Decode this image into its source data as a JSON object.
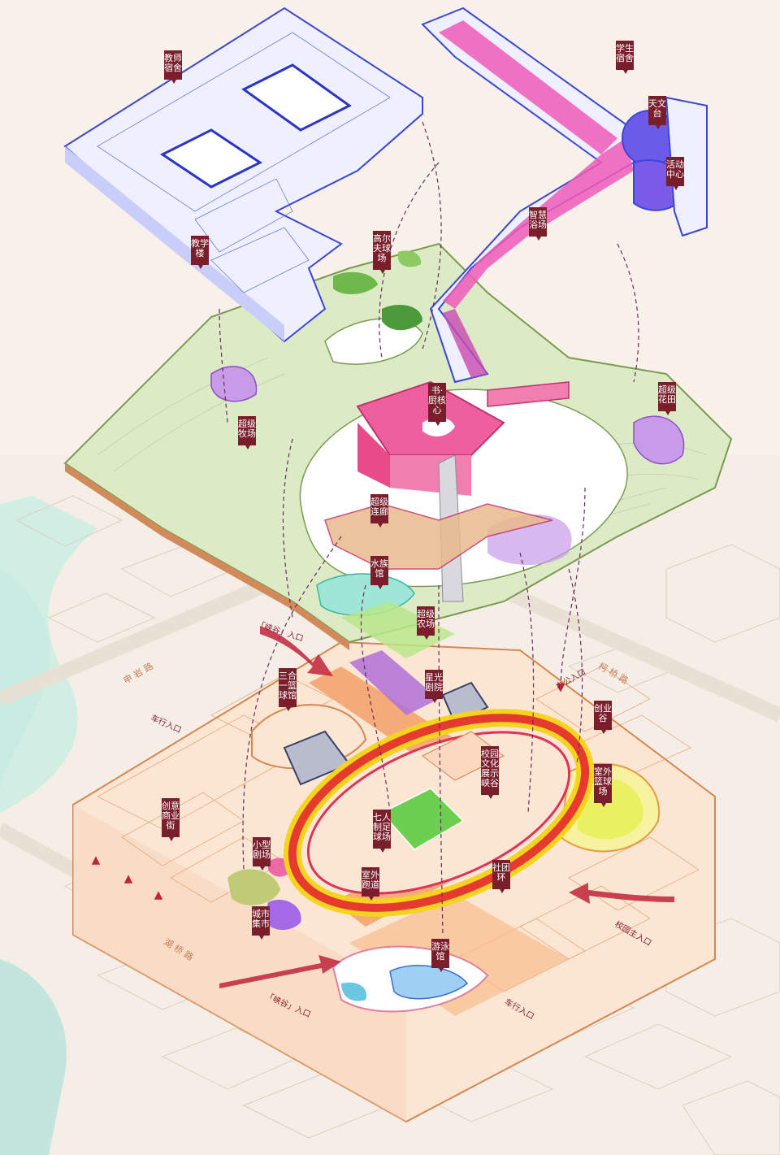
{
  "labels": {
    "teacher_dorm": "教师宿舍",
    "teaching_building": "教学楼",
    "golf": "高尔夫球场",
    "student_dorm": "学生宿舍",
    "observatory": "天文台",
    "activity_center": "活动中心",
    "smart_bath": "智慧浴场",
    "book_kitchen_core": "书·厨核心",
    "super_garden": "超级花田",
    "super_pasture": "超级牧场",
    "super_corridor": "超级连廊",
    "aquarium": "水族馆",
    "super_farm": "超级农场",
    "sanhe_hall": "三合一篮球馆",
    "starlight_theater": "星光剧院",
    "office_entry": "办公入口",
    "startup_valley": "创业谷",
    "campus_culture_valley": "校园文化展示峡谷",
    "outdoor_basketball": "室外篮球场",
    "creative_street": "创意商业街",
    "seven_a_side": "七人制足球场",
    "outdoor_track": "室外跑道",
    "small_theater": "小型剧场",
    "city_market": "城市集市",
    "club_ring": "社团环",
    "swimming": "游泳馆"
  },
  "entries": {
    "valley_north": "「峡谷」入口",
    "valley_south": "「峡谷」入口",
    "vehicle_west": "车行入口",
    "vehicle_south": "车行入口",
    "campus_main": "校园主入口"
  },
  "streets": {
    "ke_qiao": "柯 桥 路",
    "zhan_ci": "申 岩 路",
    "hu_qiao": "湖 桥 路"
  },
  "colors": {
    "blue_layer": "#4a4fe0",
    "magenta": "#e8379a",
    "green_layer": "#cfe8b4",
    "orange_layer": "#e8a070",
    "track_red": "#e02a3c",
    "track_yellow": "#f0d020",
    "tag_bg": "#7a1e2c"
  }
}
